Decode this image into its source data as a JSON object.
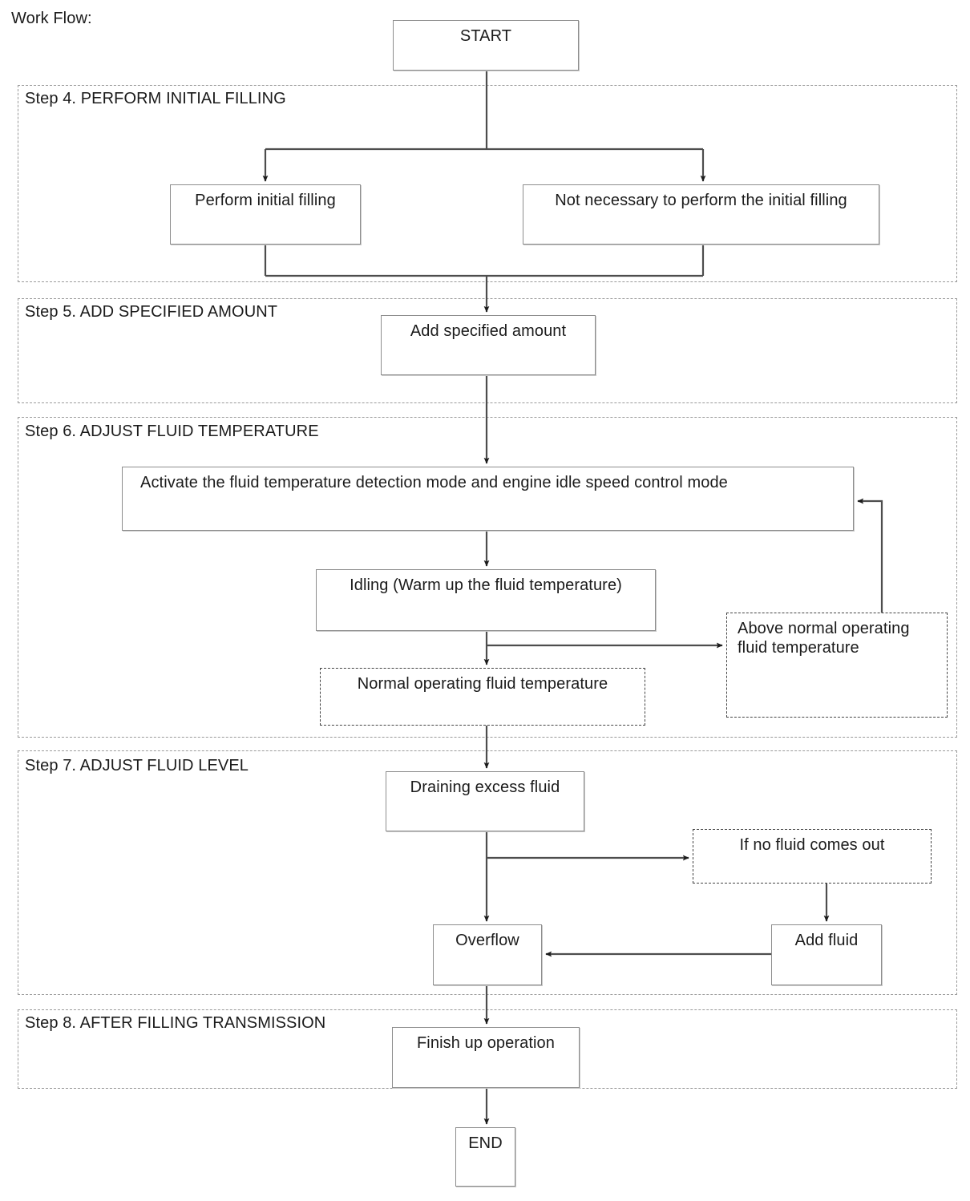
{
  "page": {
    "caption": "Work Flow:"
  },
  "sections": [
    {
      "id": "step4",
      "title": "Step 4. PERFORM INITIAL FILLING"
    },
    {
      "id": "step5",
      "title": "Step 5. ADD SPECIFIED AMOUNT"
    },
    {
      "id": "step6",
      "title": "Step 6. ADJUST FLUID TEMPERATURE"
    },
    {
      "id": "step7",
      "title": "Step 7. ADJUST FLUID LEVEL"
    },
    {
      "id": "step8",
      "title": "Step 8. AFTER FILLING TRANSMISSION"
    }
  ],
  "nodes": [
    {
      "id": "start",
      "label": "START",
      "shape": "solid-rect"
    },
    {
      "id": "perform_initial_filling",
      "label": "Perform initial filling",
      "shape": "solid-rect"
    },
    {
      "id": "not_necessary",
      "label": "Not necessary to perform the initial filling",
      "shape": "solid-rect"
    },
    {
      "id": "add_specified_amount",
      "label": "Add specified amount",
      "shape": "solid-rect"
    },
    {
      "id": "activate_modes",
      "label": "Activate the fluid temperature detection mode and engine idle speed control mode",
      "shape": "solid-rect"
    },
    {
      "id": "idling",
      "label": "Idling (Warm up the fluid temperature)",
      "shape": "solid-rect"
    },
    {
      "id": "normal_temp",
      "label": "Normal operating fluid temperature",
      "shape": "dashed-rect"
    },
    {
      "id": "above_normal_temp",
      "label": "Above normal operating fluid temperature",
      "shape": "dashed-rect"
    },
    {
      "id": "draining_excess_fluid",
      "label": "Draining excess fluid",
      "shape": "solid-rect"
    },
    {
      "id": "if_no_fluid",
      "label": "If no fluid comes out",
      "shape": "dashed-rect"
    },
    {
      "id": "overflow",
      "label": "Overflow",
      "shape": "solid-rect"
    },
    {
      "id": "add_fluid",
      "label": "Add fluid",
      "shape": "solid-rect"
    },
    {
      "id": "finish_up_operation",
      "label": "Finish up operation",
      "shape": "solid-rect"
    },
    {
      "id": "end",
      "label": "END",
      "shape": "solid-rect"
    }
  ],
  "edges": [
    {
      "from": "start",
      "to": "perform_initial_filling",
      "arrow": true
    },
    {
      "from": "start",
      "to": "not_necessary",
      "arrow": true
    },
    {
      "from": "perform_initial_filling",
      "to": "add_specified_amount",
      "arrow": true
    },
    {
      "from": "not_necessary",
      "to": "add_specified_amount",
      "arrow": true
    },
    {
      "from": "add_specified_amount",
      "to": "activate_modes",
      "arrow": true
    },
    {
      "from": "activate_modes",
      "to": "idling",
      "arrow": true
    },
    {
      "from": "idling",
      "to": "normal_temp",
      "arrow": true
    },
    {
      "from": "idling",
      "to": "above_normal_temp",
      "arrow": true
    },
    {
      "from": "above_normal_temp",
      "to": "activate_modes",
      "arrow": true
    },
    {
      "from": "normal_temp",
      "to": "draining_excess_fluid",
      "arrow": true
    },
    {
      "from": "draining_excess_fluid",
      "to": "if_no_fluid",
      "arrow": true
    },
    {
      "from": "draining_excess_fluid",
      "to": "overflow",
      "arrow": true
    },
    {
      "from": "if_no_fluid",
      "to": "add_fluid",
      "arrow": true
    },
    {
      "from": "add_fluid",
      "to": "overflow",
      "arrow": true
    },
    {
      "from": "overflow",
      "to": "finish_up_operation",
      "arrow": true
    },
    {
      "from": "finish_up_operation",
      "to": "end",
      "arrow": true
    }
  ],
  "colors": {
    "line": "#4d4d4d",
    "text": "#1b1b1b",
    "node_border": "#8d8d8d",
    "dashed_border": "#444444",
    "section_border": "#9a9a9a",
    "background": "#ffffff"
  }
}
